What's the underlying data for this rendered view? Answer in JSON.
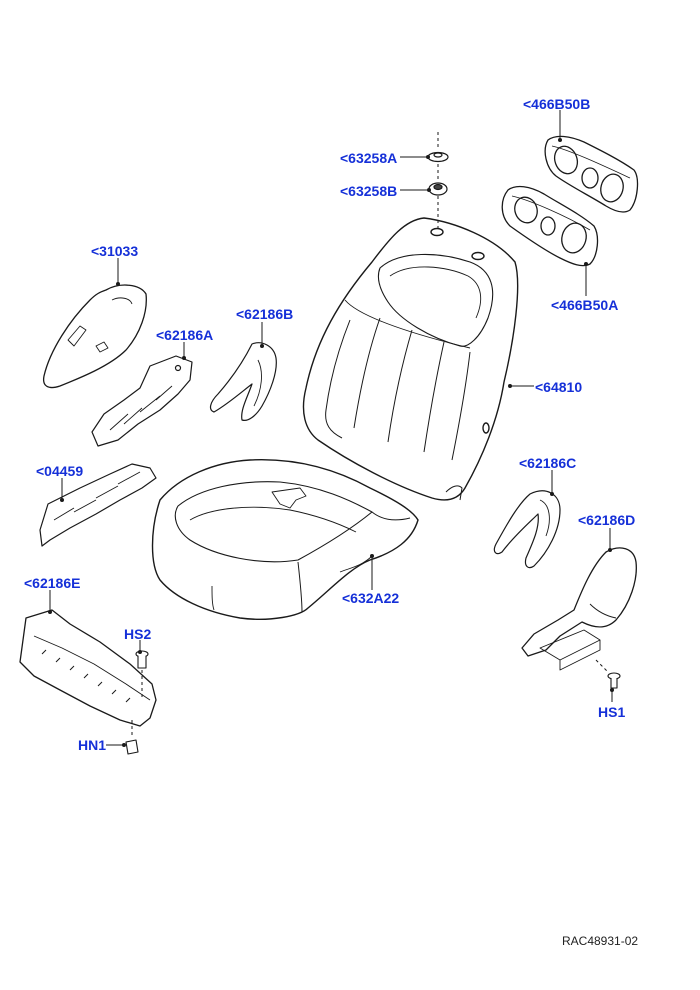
{
  "callouts": {
    "c466B50B": "<466B50B",
    "c63258A": "<63258A",
    "c63258B": "<63258B",
    "c31033": "<31033",
    "c62186A": "<62186A",
    "c62186B": "<62186B",
    "c64810": "<64810",
    "c466B50A": "<466B50A",
    "c04459": "<04459",
    "c62186C": "<62186C",
    "c62186D": "<62186D",
    "c632A22": "<632A22",
    "c62186E": "<62186E",
    "cHS2": "HS2",
    "cHN1": "HN1",
    "cHS1": "HS1"
  },
  "reference_code": "RAC48931-02",
  "colors": {
    "callout": "#1530d8",
    "line": "#1a1a1a",
    "background": "#ffffff"
  }
}
